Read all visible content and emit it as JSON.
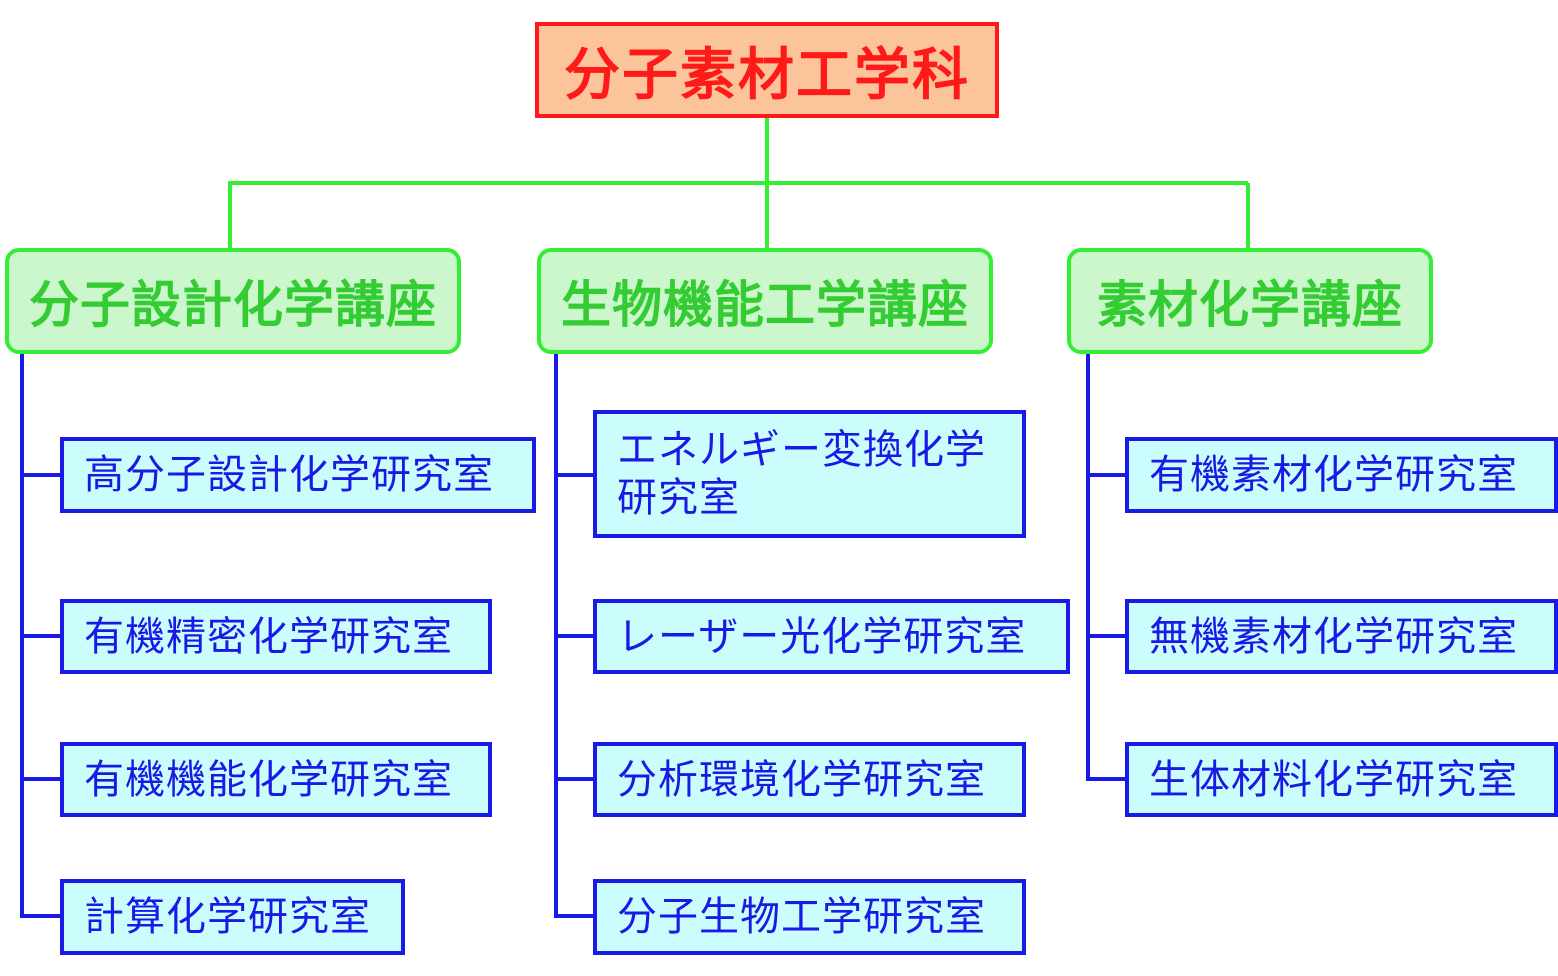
{
  "department": {
    "label": "分子素材工学科"
  },
  "chairs": [
    {
      "label": "分子設計化学講座",
      "labs": [
        "高分子設計化学研究室",
        "有機精密化学研究室",
        "有機機能化学研究室",
        "計算化学研究室"
      ]
    },
    {
      "label": "生物機能工学講座",
      "labs": [
        "エネルギー変換化学\n研究室",
        "レーザー光化学研究室",
        "分析環境化学研究室",
        "分子生物工学研究室"
      ]
    },
    {
      "label": "素材化学講座",
      "labs": [
        "有機素材化学研究室",
        "無機素材化学研究室",
        "生体材料化学研究室"
      ]
    }
  ],
  "colors": {
    "top_fill": "#fbc49a",
    "top_border": "#ff1a1a",
    "chair_fill": "#ccf7cc",
    "chair_border": "#33ee33",
    "lab_fill": "#ccfdfd",
    "lab_border": "#1a1ae6"
  }
}
